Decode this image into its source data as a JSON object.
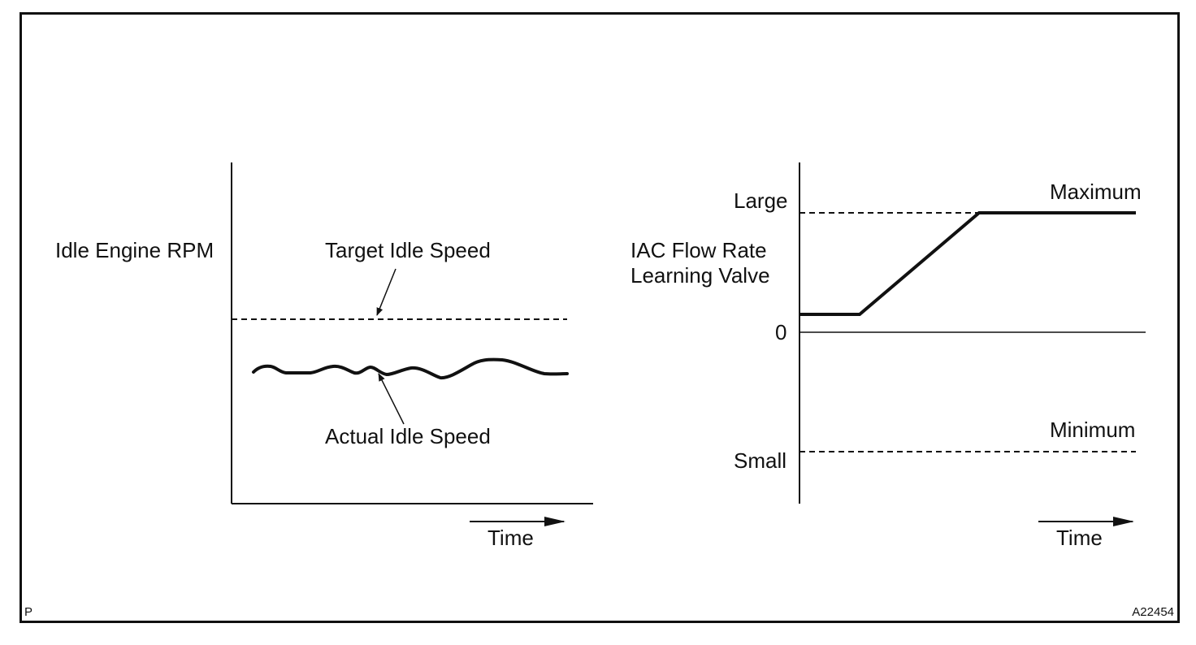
{
  "left_graph": {
    "y_label": "Idle Engine RPM",
    "target_label": "Target Idle Speed",
    "actual_label": "Actual Idle Speed",
    "x_label": "Time"
  },
  "right_graph": {
    "y_label_line1": "IAC Flow Rate",
    "y_label_line2": "Learning Valve",
    "large_label": "Large",
    "zero_label": "0",
    "small_label": "Small",
    "maximum_label": "Maximum",
    "minimum_label": "Minimum",
    "x_label": "Time"
  },
  "corner_left": "P",
  "corner_right": "A22454"
}
